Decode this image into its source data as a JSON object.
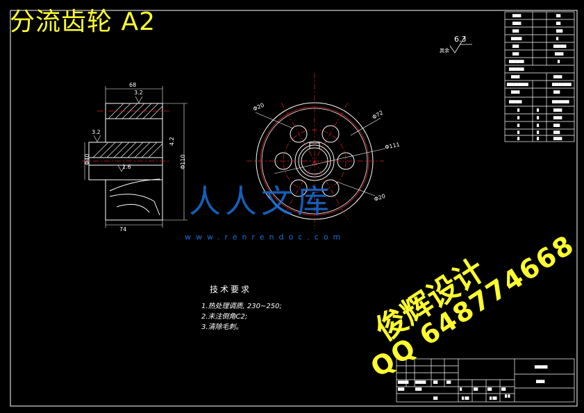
{
  "title": "分流齿轮 A2",
  "brand": {
    "name": "俊辉设计",
    "qq": "QQ 648774668"
  },
  "watermark": {
    "logo": "人人文库",
    "site": "www.renrendoc.com"
  },
  "roughness": {
    "value": "6.3",
    "label": "其余"
  },
  "section_dims": {
    "width_top": "68",
    "roughness_a": "3.2",
    "roughness_b": "3.2",
    "roughness_c": "1.6",
    "bore": "Φ40",
    "outer": "Φ110",
    "keyway": "4.2",
    "width_bottom": "74"
  },
  "face_dims": {
    "hole_dia": "Φ20",
    "pitch_circle": "Φ72",
    "outer_circle": "Φ111",
    "hole_dia_2": "Φ20"
  },
  "requirements": {
    "title": "技术要求",
    "items": [
      "1.热处理调质, 230~250;",
      "2.未注倒角C2;",
      "3.清除毛刺。"
    ]
  }
}
